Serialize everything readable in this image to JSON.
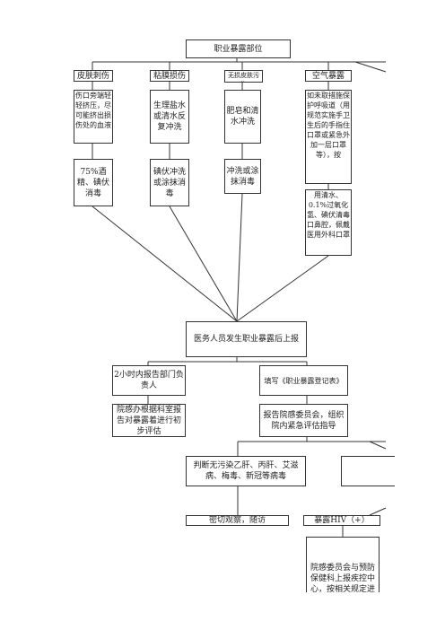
{
  "root": "职业暴露部位",
  "categories": [
    {
      "label": "皮肤刺伤",
      "action": "伤口旁端轻轻挤压，尽可能挤出损伤处的血液",
      "followup": "75%酒精、碘伏消毒"
    },
    {
      "label": "粘膜损伤",
      "action": "生理盐水或清水反复冲洗",
      "followup": "碘伏冲洗或涂抹消毒"
    },
    {
      "label": "无损皮肤污染",
      "action": "肥皂和清水冲洗",
      "followup": "冲洗或涂抹消毒"
    },
    {
      "label": "空气暴露",
      "action": "如未取措施保护呼吸道（用规范实施手卫生后的手指住口罩或紧急外加一层口罩等），按",
      "followup": "用清水、0.1%过氧化氢、碘伏清毒口鼻腔，佩戴医用外科口罩"
    }
  ],
  "report": "医务人员发生职业暴露后上报",
  "left_branch": {
    "step1": "2小时内报告部门负责人",
    "step2": "院感办根据科室报告对暴露着进行初步评估"
  },
  "right_branch": {
    "step1": "填写《职业暴露登记表》",
    "step2": "报告院感委员会，组织院内紧急评估指导"
  },
  "judge": "判断无污染乙肝、丙肝、艾滋病、梅毒、新冠等病毒",
  "observe": "密切观察，随访",
  "hiv": "暴露HIV（+）",
  "hiv_action": "院感委员会与预防保健科上报疾控中心，按相关规定进"
}
